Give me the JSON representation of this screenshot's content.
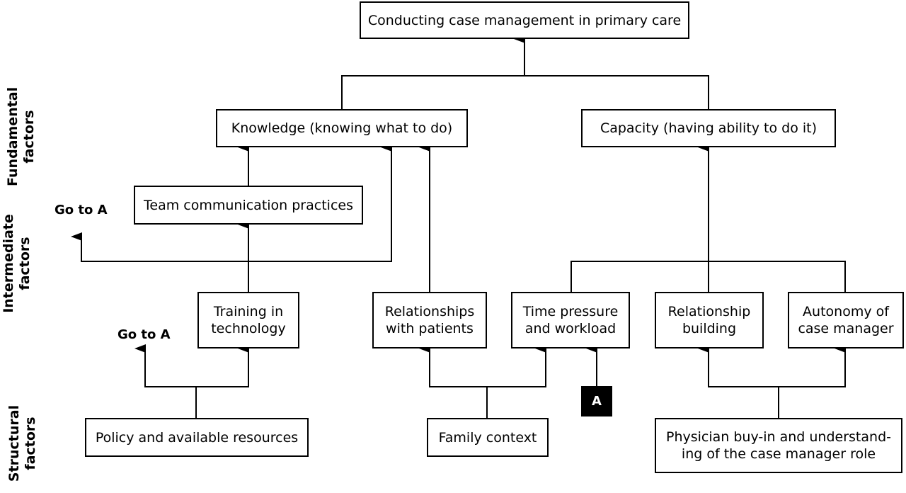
{
  "title": "Conducting case management in primary care",
  "levels": {
    "fundamental": "Fundamental\nfactors",
    "intermediate": "Intermediate\nfactors",
    "structural": "Structural\nfactors"
  },
  "nodes": {
    "knowledge": "Knowledge (knowing what to do)",
    "capacity": "Capacity (having ability to do it)",
    "team_comm": "Team communication practices",
    "training": "Training in\ntechnology",
    "rel_patients": "Relationships\nwith patients",
    "time_pressure": "Time pressure\nand workload",
    "rel_building": "Relationship\nbuilding",
    "autonomy": "Autonomy of\ncase manager",
    "policy": "Policy and available resources",
    "family": "Family context",
    "physician": "Physician buy-in and understand-\ning of the case manager role",
    "marker_a": "A"
  },
  "goto_labels": {
    "upper": "Go to A",
    "lower": "Go to A"
  }
}
